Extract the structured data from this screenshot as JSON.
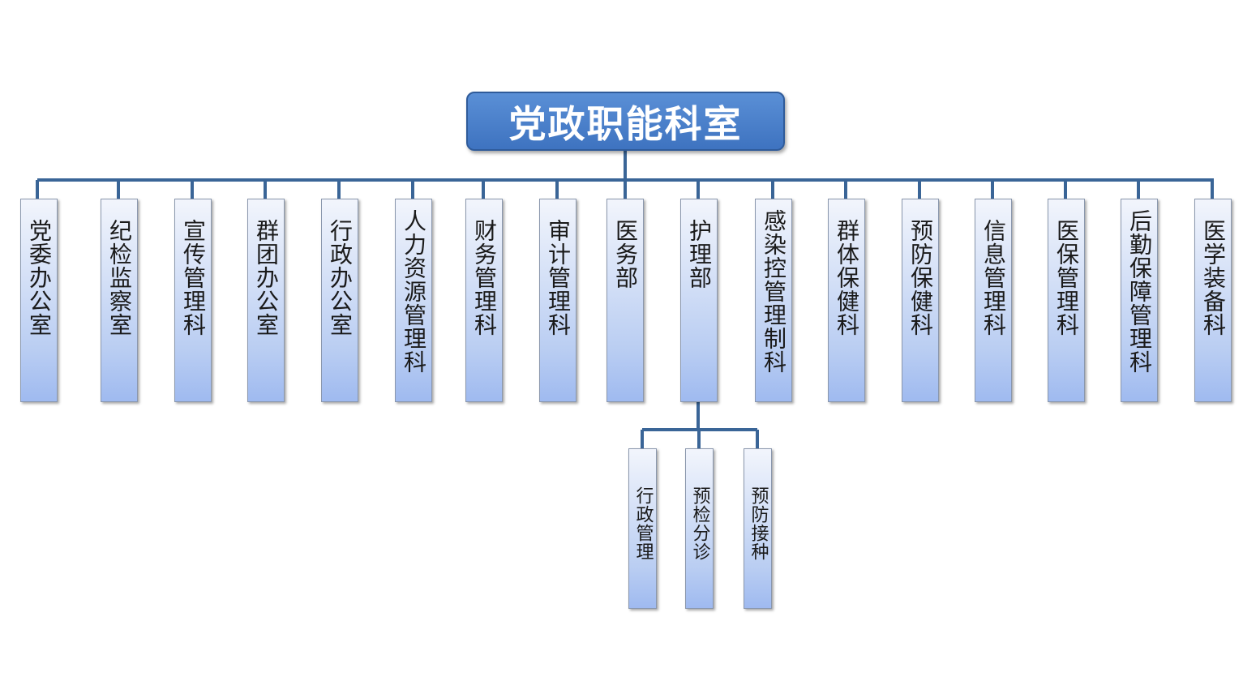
{
  "root": {
    "label": "党政职能科室"
  },
  "departments": [
    "党委办公室",
    "纪检监察室",
    "宣传管理科",
    "群团办公室",
    "行政办公室",
    "人力资源管理科",
    "财务管理科",
    "审计管理科",
    "医务部",
    "护理部",
    "感染控管理制科",
    "群体保健科",
    "预防保健科",
    "信息管理科",
    "医保管理科",
    "后勤保障管理科",
    "医学装备科"
  ],
  "sub_departments": {
    "parent": "护理部",
    "items": [
      "行政管理",
      "预检分诊",
      "预防接种"
    ]
  },
  "colors": {
    "connector": "#3a6597",
    "root_fill": "#4a80cc",
    "box_gradient_top": "#f2f5fc",
    "box_gradient_bottom": "#9fbaf0"
  }
}
